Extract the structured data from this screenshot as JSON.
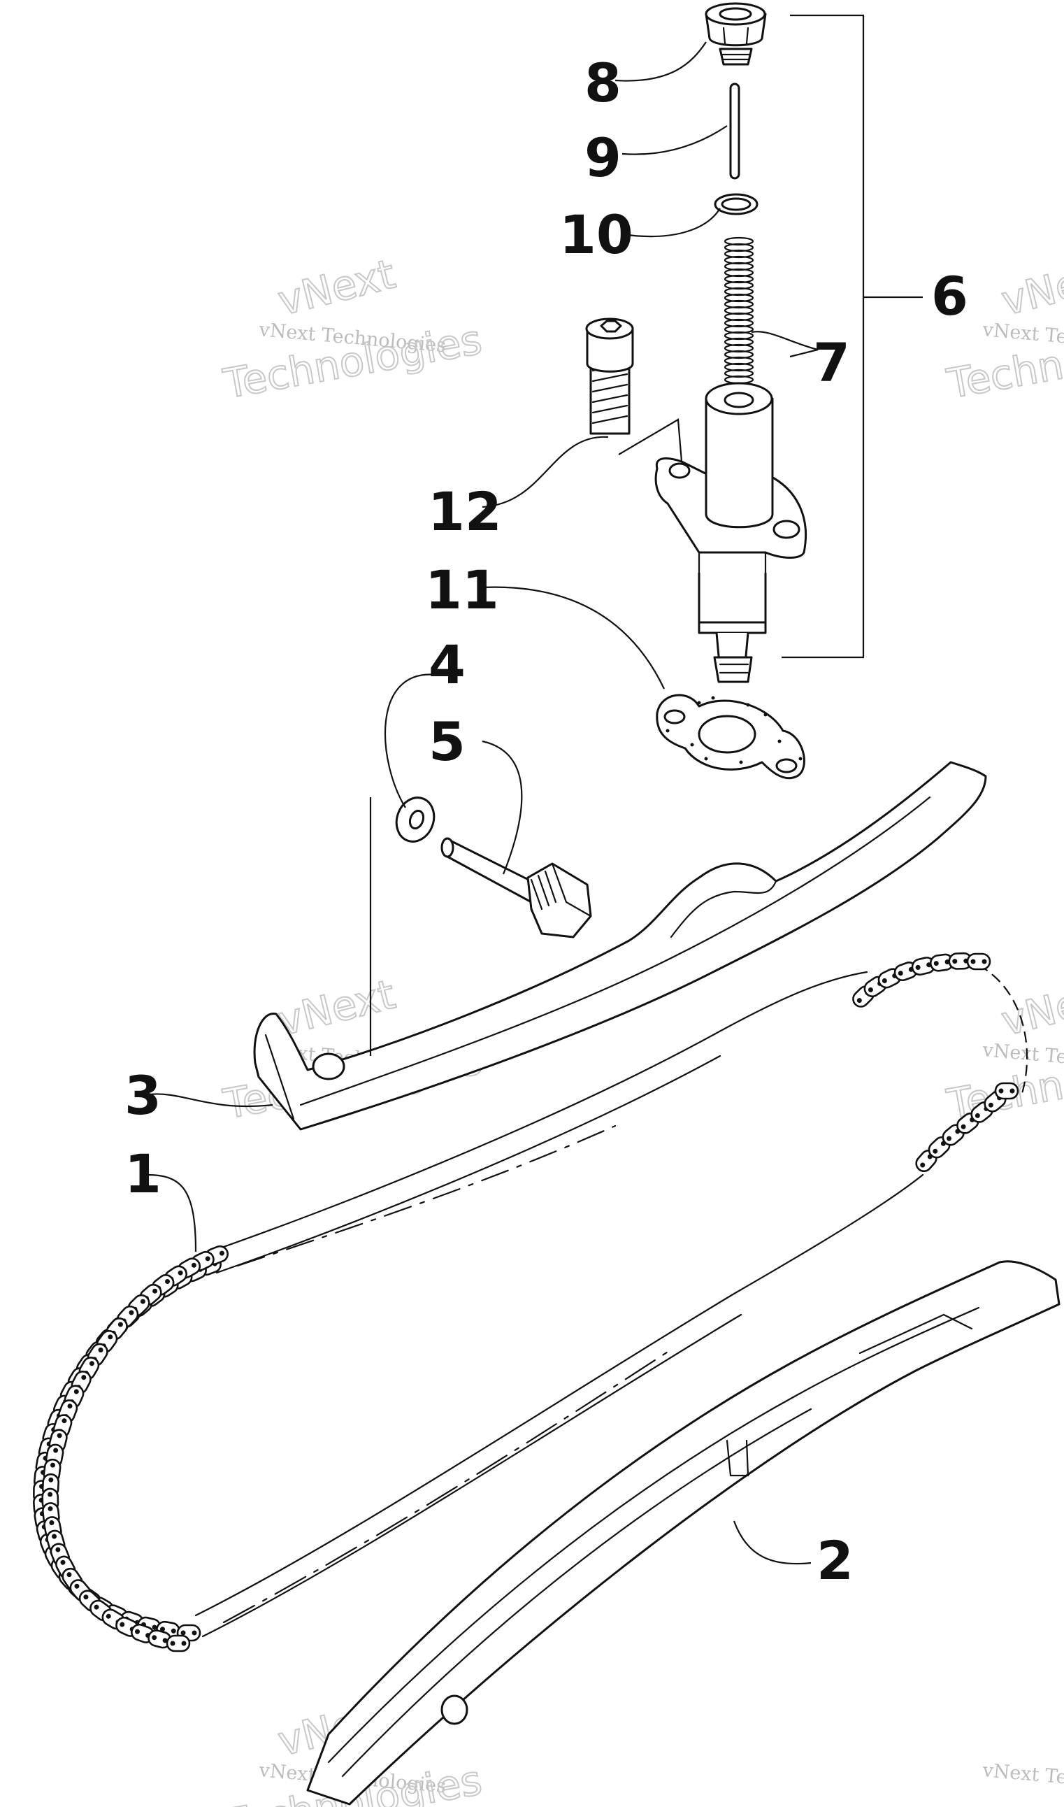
{
  "diagram": {
    "callouts": [
      {
        "id": "1",
        "label": "1"
      },
      {
        "id": "2",
        "label": "2"
      },
      {
        "id": "3",
        "label": "3"
      },
      {
        "id": "4",
        "label": "4"
      },
      {
        "id": "5",
        "label": "5"
      },
      {
        "id": "6",
        "label": "6"
      },
      {
        "id": "7",
        "label": "7"
      },
      {
        "id": "8",
        "label": "8"
      },
      {
        "id": "9",
        "label": "9"
      },
      {
        "id": "10",
        "label": "10"
      },
      {
        "id": "11",
        "label": "11"
      },
      {
        "id": "12",
        "label": "12"
      }
    ],
    "watermark": {
      "line_small": "vNext Technologies",
      "line_big_1": "vNext",
      "line_big_2": "Technologies"
    }
  }
}
